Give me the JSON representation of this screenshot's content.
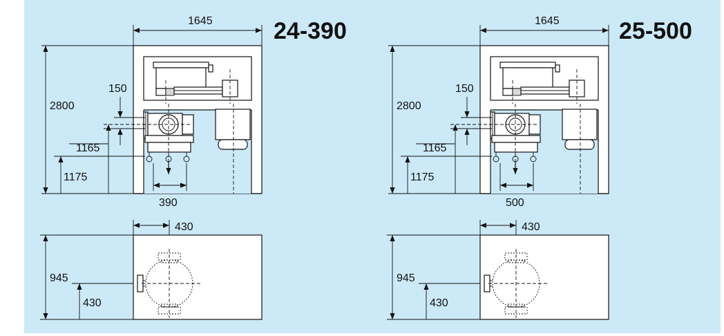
{
  "colors": {
    "panel_background": "#cce9f7",
    "line": "#111111",
    "machine_fill": "#ffffff",
    "shading": "#d9d9d9"
  },
  "drawings": [
    {
      "model": "24-390",
      "width_top": "1645",
      "height_total": "2800",
      "dim_150": "150",
      "dim_1165": "1165",
      "dim_1175": "1175",
      "wheel_spacing": "390",
      "plan_offset": "430",
      "plan_depth": "945",
      "plan_center": "430"
    },
    {
      "model": "25-500",
      "width_top": "1645",
      "height_total": "2800",
      "dim_150": "150",
      "dim_1165": "1165",
      "dim_1175": "1175",
      "wheel_spacing": "500",
      "plan_offset": "430",
      "plan_depth": "945",
      "plan_center": "430"
    }
  ]
}
